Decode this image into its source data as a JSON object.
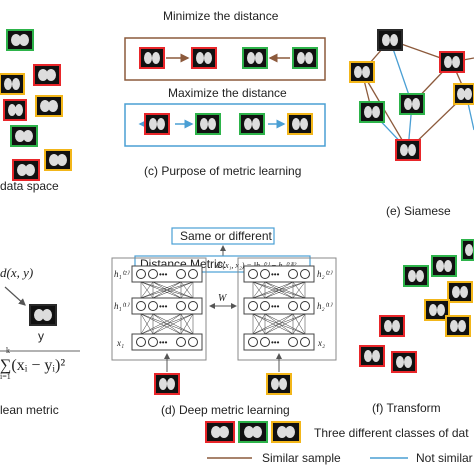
{
  "colors": {
    "red": "#e8262a",
    "green": "#2db34a",
    "orange": "#f2b61a",
    "brown": "#8c5a3c",
    "blue": "#4a9fd4",
    "dark": "#2a2a2a"
  },
  "panel_a": {
    "caption": "data space"
  },
  "panel_b": {
    "caption": "lean metric",
    "point_label": "y",
    "dist_label": "d(x, y)",
    "formula": "∑(xᵢ − yᵢ)²",
    "sum_top": "k",
    "sum_bottom": "i=1"
  },
  "panel_c": {
    "minimize_title": "Minimize the distance",
    "maximize_title": "Maximize the distance",
    "caption": "(c) Purpose of metric learning"
  },
  "panel_d": {
    "output_label": "Same or different",
    "metric_label": "Distance Metric:",
    "metric_formula": "d²(x₁, x₂) = ‖h₁⁽²⁾ − h₂⁽²⁾‖²",
    "weight_label": "W",
    "left_h2": "h₁⁽²⁾",
    "left_h1": "h₁⁽¹⁾",
    "left_x": "x₁",
    "right_h2": "h₂⁽²⁾",
    "right_h1": "h₂⁽¹⁾",
    "right_x": "x₂",
    "dots": "•••",
    "caption": "(d) Deep metric learning"
  },
  "panel_e": {
    "caption": "(e) Siamese"
  },
  "panel_f": {
    "caption": "(f) Transform"
  },
  "legend": {
    "classes_text": "Three different classes of dat",
    "similar_label": "Similar sample",
    "not_similar_label": "Not similar"
  }
}
